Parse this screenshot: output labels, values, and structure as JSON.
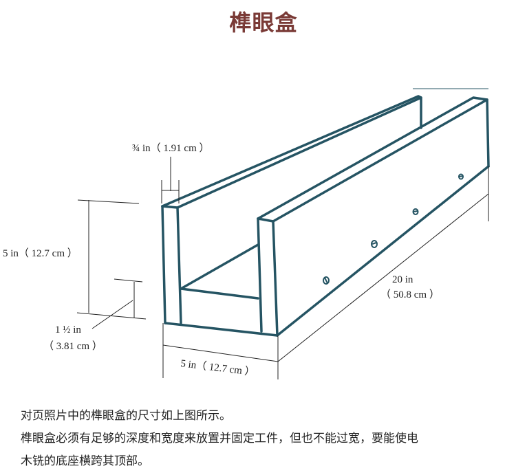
{
  "title": "榫眼盒",
  "colors": {
    "title": "#7a3a36",
    "outline": "#255463",
    "dimension_line": "#222222"
  },
  "dimensions": {
    "thickness": "3/4 in（1.91 cm）",
    "thickness_label": "¾ in（ 1.91 cm ）",
    "height_label": "5 in（ 12.7 cm ）",
    "base_label_line1": "1 ½ in",
    "base_label_line2": "（ 3.81 cm ）",
    "width_label": "5 in（ 12.7 cm ）",
    "length_label_line1": "20 in",
    "length_label_line2": "（ 50.8 cm ）"
  },
  "caption": {
    "line1": "对页照片中的榫眼盒的尺寸如上图所示。",
    "line2": "榫眼盒必须有足够的深度和宽度来放置并固定工件，但也不能过宽，要能使电",
    "line3": "木铣的底座横跨其顶部。"
  }
}
